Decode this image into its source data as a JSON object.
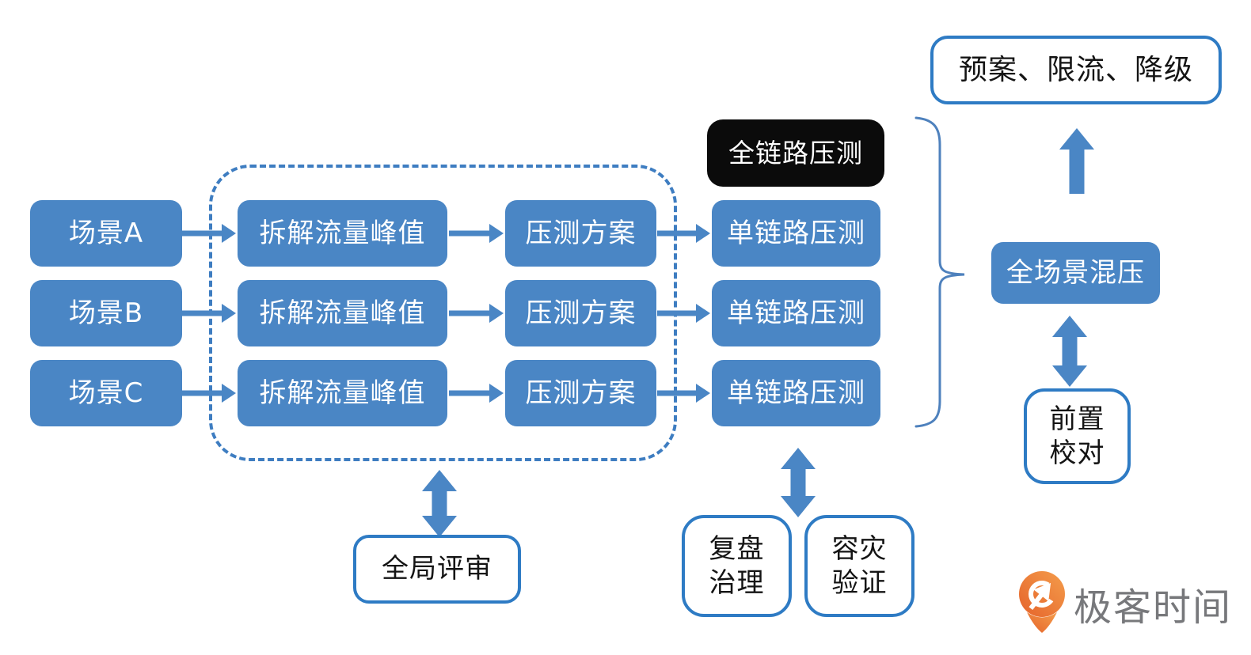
{
  "palette": {
    "box_blue": "#4A86C5",
    "arrow_blue": "#4A86C5",
    "outline_blue": "#2E7BC4",
    "dash_blue": "#3E7DC1",
    "brace_blue": "#4E81BD",
    "black_box": "#0B0B0B",
    "logo_orange": "#ED7A36",
    "logo_text_gray": "#77787B"
  },
  "rows": [
    {
      "scenario": "场景A",
      "decompose": "拆解流量峰值",
      "plan": "压测方案",
      "single_link": "单链路压测"
    },
    {
      "scenario": "场景B",
      "decompose": "拆解流量峰值",
      "plan": "压测方案",
      "single_link": "单链路压测"
    },
    {
      "scenario": "场景C",
      "decompose": "拆解流量峰值",
      "plan": "压测方案",
      "single_link": "单链路压测"
    }
  ],
  "full_link_box": "全链路压测",
  "contingency_box": "预案、限流、降级",
  "mixed_pressure_box": "全场景混压",
  "precheck_box": {
    "line1": "前置",
    "line2": "校对"
  },
  "global_review_box": "全局评审",
  "review_governance_box": {
    "line1": "复盘",
    "line2": "治理"
  },
  "disaster_verification_box": {
    "line1": "容灾",
    "line2": "验证"
  },
  "logo": {
    "text": "极客时间"
  }
}
